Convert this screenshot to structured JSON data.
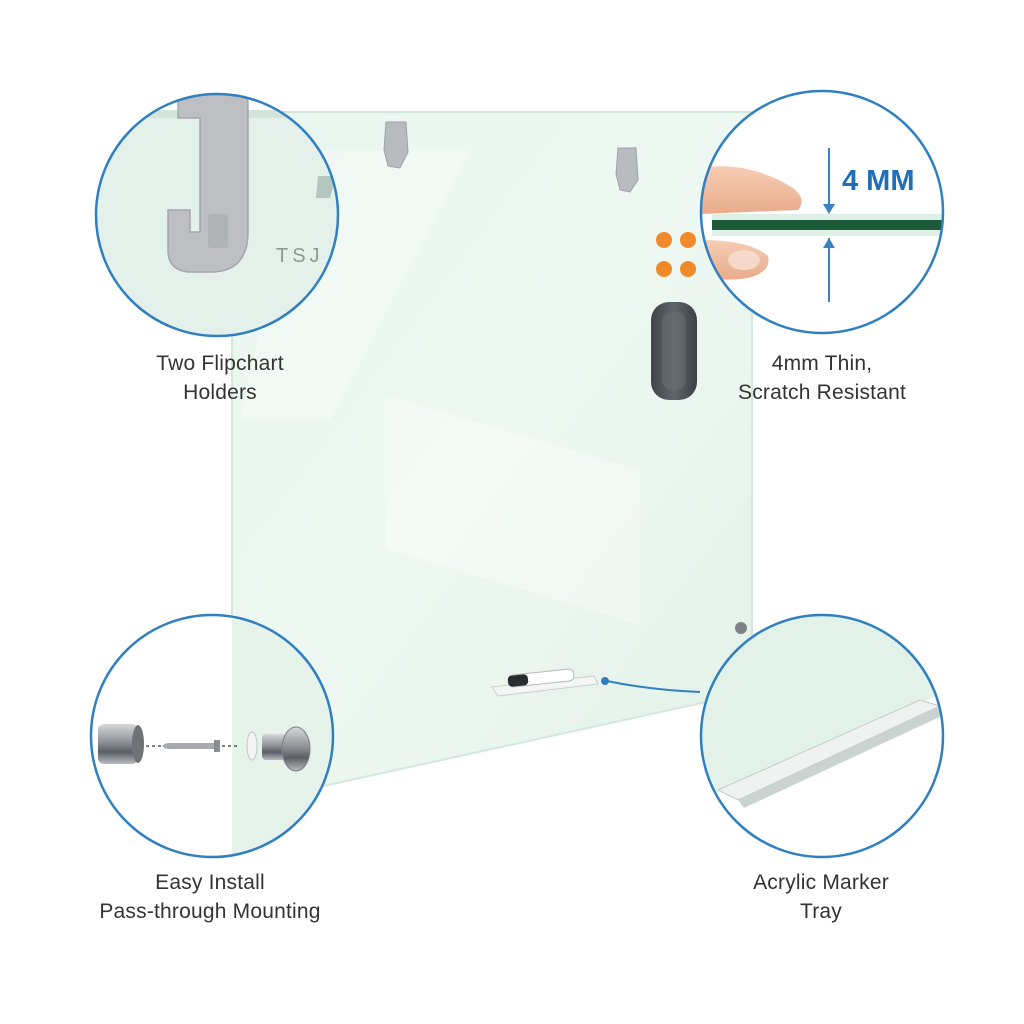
{
  "brand_mark": "TSJ",
  "thickness": {
    "label": "4 MM"
  },
  "features": {
    "flipchart": {
      "line1": "Two Flipchart",
      "line2": "Holders"
    },
    "thin": {
      "line1": "4mm Thin,",
      "line2": "Scratch Resistant"
    },
    "install": {
      "line1": "Easy Install",
      "line2": "Pass-through Mounting"
    },
    "tray": {
      "line1": "Acrylic Marker",
      "line2": "Tray"
    }
  },
  "colors": {
    "callout_ring": "#2f7fc1",
    "glass_tint": "#e6f4ec",
    "glass_edge": "#cfe5d8",
    "magnet": "#f08a2a",
    "eraser": "#4d5358",
    "thickness_label": "#1e6fb8",
    "glass_core": "#1d5a3a"
  }
}
